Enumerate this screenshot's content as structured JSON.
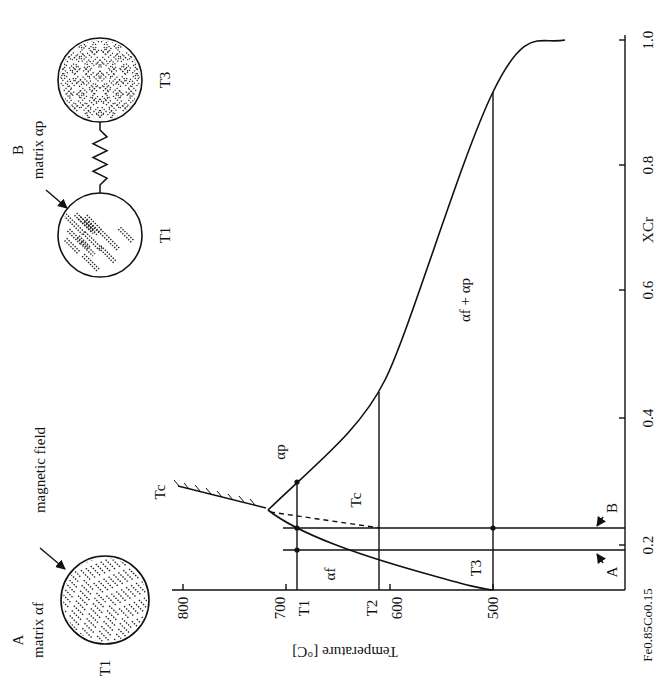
{
  "diagram": {
    "nodes": [
      {
        "text": [
          "A",
          "matrix αf",
          "T1"
        ]
      },
      {
        "text": [
          "T1"
        ]
      },
      {
        "text": [
          "T3"
        ]
      }
    ],
    "edges": [
      {
        "from": 1,
        "to": 2,
        "arrow": "none"
      }
    ],
    "labels": [
      "magnetic field",
      "B",
      "matrix αp",
      "800",
      "700",
      "T1",
      "600",
      "T2",
      "500",
      "Temperature [°C]",
      "Tc",
      "αp",
      "αf",
      "Tc",
      "αf + αp",
      "T3",
      "A",
      "B",
      "0.2",
      "0.4",
      "0.6",
      "0.8",
      "1.0",
      "XCr",
      "Fe0.85Co0.15"
    ]
  }
}
